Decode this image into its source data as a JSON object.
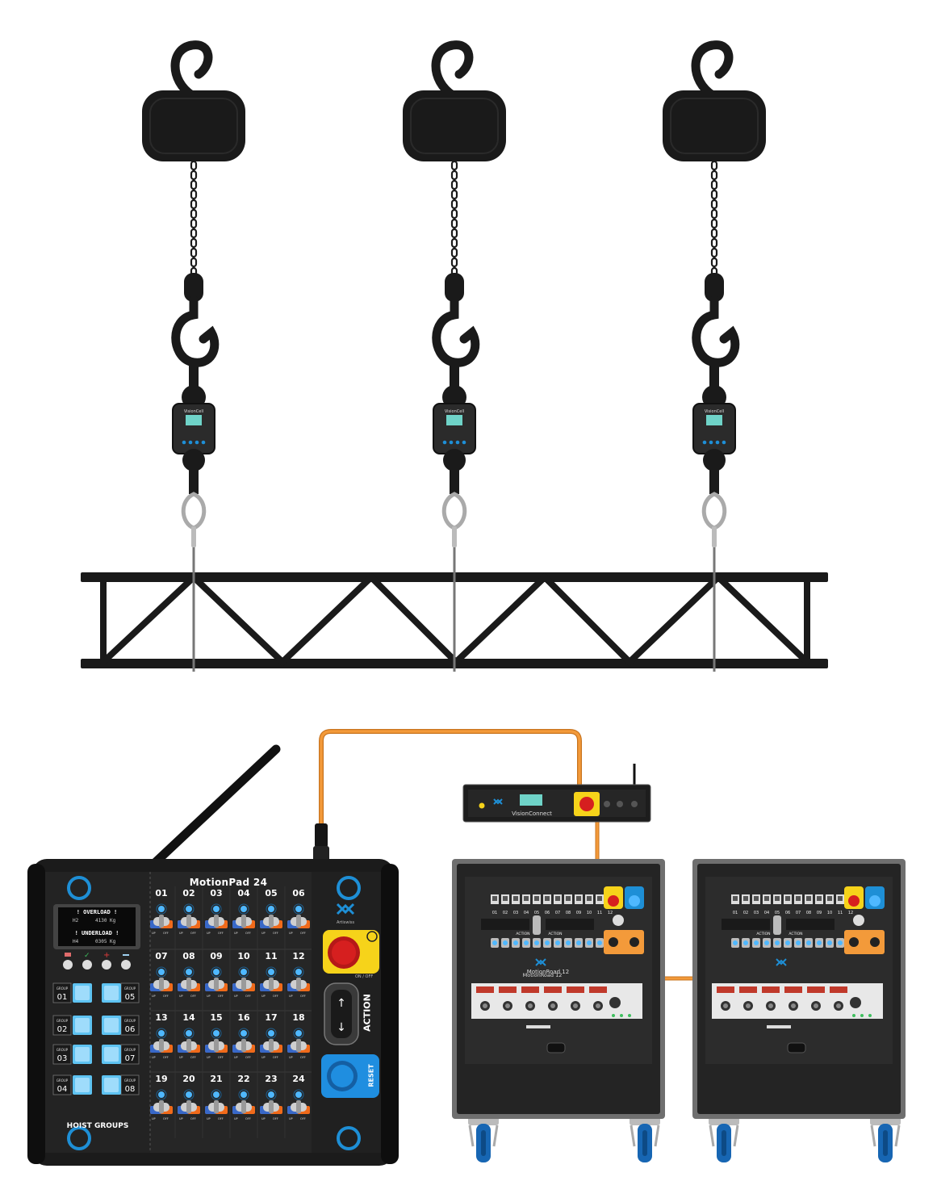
{
  "hoists": [
    {
      "loadcell_label": "VisionCell"
    },
    {
      "loadcell_label": "VisionCell"
    },
    {
      "loadcell_label": "VisionCell"
    }
  ],
  "motionpad": {
    "title": "MotionPad 24",
    "display": {
      "line1": "! OVERLOAD !",
      "line2_id": "H2",
      "line2_val": "4130 Kg",
      "line3": "! UNDERLOAD !",
      "line4_id": "H4",
      "line4_val": "0305 Kg"
    },
    "group_word": "GROUP",
    "groups": [
      "01",
      "02",
      "03",
      "04",
      "05",
      "06",
      "07",
      "08"
    ],
    "hoist_groups_label": "HOIST GROUPS",
    "channels": [
      "01",
      "02",
      "03",
      "04",
      "05",
      "06",
      "07",
      "08",
      "09",
      "10",
      "11",
      "12",
      "13",
      "14",
      "15",
      "16",
      "17",
      "18",
      "19",
      "20",
      "21",
      "22",
      "23",
      "24"
    ],
    "brand": "Artiswiss",
    "onoff_label": "ON / OFF",
    "action_label": "ACTION",
    "reset_label": "RESET",
    "toggle_labels": [
      "UP",
      "OFF"
    ]
  },
  "visionconnect": {
    "name": "VisionConnect"
  },
  "motionroad": {
    "name": "MotionRoad 12",
    "channels": [
      "01",
      "02",
      "03",
      "04",
      "05",
      "06",
      "07",
      "08",
      "09",
      "10",
      "11",
      "12"
    ],
    "action_labels": [
      "ACTION",
      "ACTION"
    ]
  },
  "colors": {
    "cable": "#f39a3a",
    "accent_blue": "#1e8fd6",
    "led_blue": "#4fb8ff",
    "estop_yellow": "#f6d31a",
    "estop_red": "#d61f1f",
    "reset_blue": "#1f8ee0",
    "caster_blue": "#1766b3"
  },
  "icons": {
    "hoist": "chain-hoist-icon",
    "truss": "truss-icon",
    "antenna": "antenna-icon"
  }
}
